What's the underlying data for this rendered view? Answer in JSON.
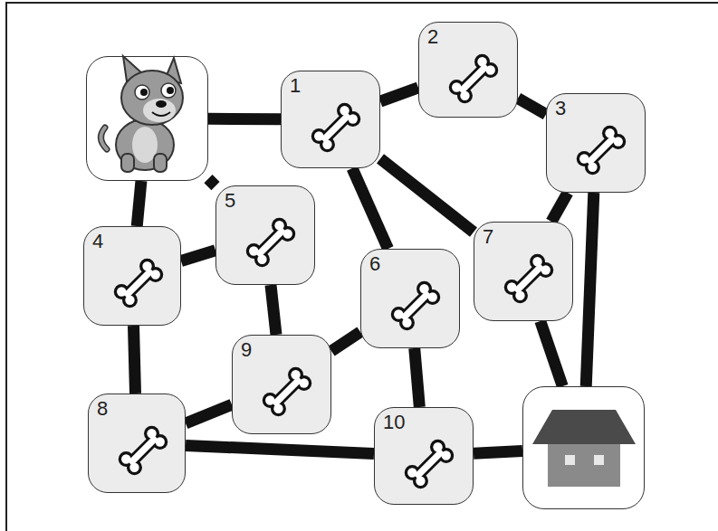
{
  "diagram": {
    "nodes": [
      {
        "text": []
      },
      {
        "text": [
          "1"
        ]
      },
      {
        "text": [
          "2"
        ]
      },
      {
        "text": [
          "3"
        ]
      },
      {
        "text": [
          "4"
        ]
      },
      {
        "text": [
          "5"
        ]
      },
      {
        "text": [
          "6"
        ]
      },
      {
        "text": [
          "7"
        ]
      },
      {
        "text": [
          "8"
        ]
      },
      {
        "text": [
          "9"
        ]
      },
      {
        "text": [
          "10"
        ]
      },
      {
        "text": []
      }
    ],
    "edges": [
      {
        "from": 0,
        "to": 1,
        "arrow": "none"
      },
      {
        "from": 1,
        "to": 2,
        "arrow": "none"
      },
      {
        "from": 2,
        "to": 3,
        "arrow": "none"
      },
      {
        "from": 3,
        "to": 7,
        "arrow": "none"
      },
      {
        "from": 3,
        "to": 11,
        "arrow": "none"
      },
      {
        "from": 1,
        "to": 7,
        "arrow": "none"
      },
      {
        "from": 1,
        "to": 6,
        "arrow": "none"
      },
      {
        "from": 0,
        "to": 5,
        "arrow": "none"
      },
      {
        "from": 0,
        "to": 4,
        "arrow": "none"
      },
      {
        "from": 4,
        "to": 5,
        "arrow": "none"
      },
      {
        "from": 5,
        "to": 9,
        "arrow": "none"
      },
      {
        "from": 4,
        "to": 8,
        "arrow": "none"
      },
      {
        "from": 8,
        "to": 9,
        "arrow": "none"
      },
      {
        "from": 9,
        "to": 6,
        "arrow": "none"
      },
      {
        "from": 6,
        "to": 10,
        "arrow": "none"
      },
      {
        "from": 8,
        "to": 10,
        "arrow": "none"
      },
      {
        "from": 10,
        "to": 11,
        "arrow": "none"
      },
      {
        "from": 7,
        "to": 11,
        "arrow": "none"
      }
    ]
  }
}
